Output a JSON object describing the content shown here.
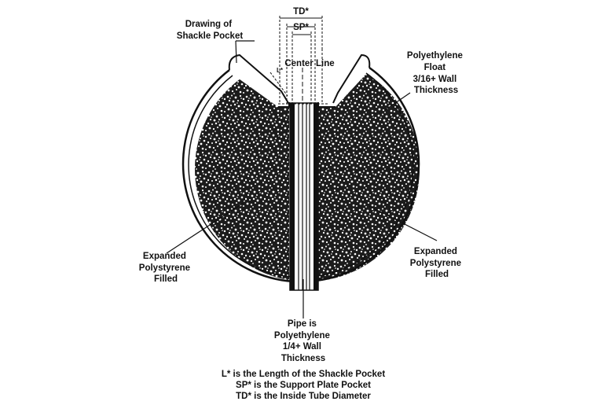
{
  "labels": {
    "drawing": [
      "Drawing of",
      "Shackle Pocket"
    ],
    "td": "TD*",
    "sp": "SP*",
    "center_line": "Center Line",
    "l": "L*",
    "float": [
      "Polyethylene",
      "Float",
      "3/16+ Wall",
      "Thickness"
    ],
    "eps_left": [
      "Expanded",
      "Polystyrene",
      "Filled"
    ],
    "eps_right": [
      "Expanded",
      "Polystyrene",
      "Filled"
    ],
    "pipe": [
      "Pipe is",
      "Polyethylene",
      "1/4+ Wall",
      "Thickness"
    ]
  },
  "notes": [
    "L* is the Length of the Shackle Pocket",
    "SP* is the Support Plate Pocket",
    "TD* is the Inside Tube Diameter"
  ],
  "colors": {
    "ink": "#111111",
    "background": "#ffffff"
  }
}
